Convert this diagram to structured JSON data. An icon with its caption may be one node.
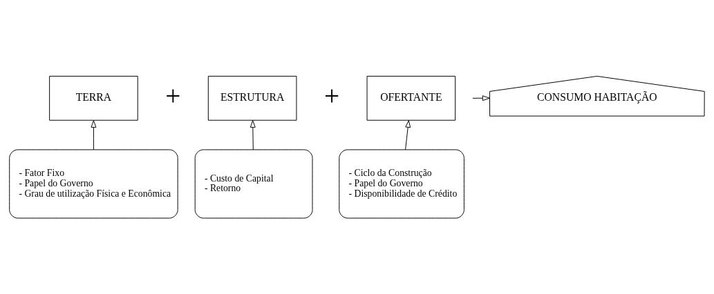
{
  "diagram": {
    "nodes": [
      {
        "text": [
          "TERRA"
        ]
      },
      {
        "text": [
          "ESTRUTURA"
        ]
      },
      {
        "text": [
          "OFERTANTE"
        ]
      },
      {
        "text": [
          "CONSUMO HABITAÇÃO"
        ]
      },
      {
        "text": [
          "- Fator Fixo",
          "- Papel do Governo",
          "- Grau de utilização Física e Econômica"
        ]
      },
      {
        "text": [
          "- Custo de Capital",
          "- Retorno"
        ]
      },
      {
        "text": [
          "- Ciclo da Construção",
          "- Papel do Governo",
          "- Disponibilidade de Crédito"
        ]
      }
    ],
    "edges": [
      {
        "from": 4,
        "to": 0,
        "arrow": "to"
      },
      {
        "from": 5,
        "to": 1,
        "arrow": "to"
      },
      {
        "from": 6,
        "to": 2,
        "arrow": "to"
      },
      {
        "from": null,
        "to": 3,
        "arrow": "to"
      }
    ],
    "labels": [
      "+",
      "+"
    ]
  }
}
